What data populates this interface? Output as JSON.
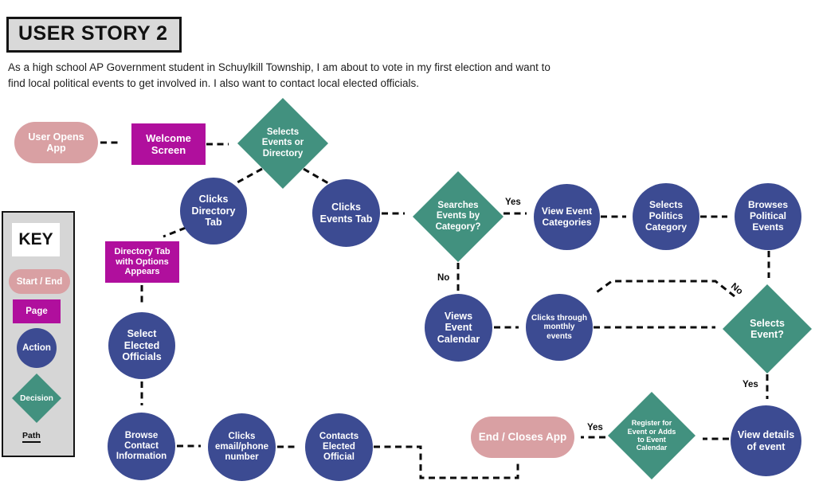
{
  "header": {
    "title": "USER STORY 2",
    "description": "As a high school AP Government student in Schuylkill Township, I am about to vote in my first election and want to find local political events to get involved in. I also want to contact local elected officials."
  },
  "colors": {
    "start_end_pink": "#d9a0a3",
    "page_magenta": "#b00f9d",
    "action_blue": "#3c4b92",
    "decision_teal": "#42917f",
    "panel_gray": "#d9d9d9",
    "arrow_black": "#0c0c0c"
  },
  "nodes": [
    {
      "id": "user-opens-app",
      "type": "start-end",
      "label": "User Opens App"
    },
    {
      "id": "welcome-screen",
      "type": "page",
      "label": "Welcome Screen"
    },
    {
      "id": "selects-events-or-directory",
      "type": "decision",
      "label": "Selects Events or Directory"
    },
    {
      "id": "clicks-directory-tab",
      "type": "action",
      "label": "Clicks Directory Tab"
    },
    {
      "id": "clicks-events-tab",
      "type": "action",
      "label": "Clicks Events Tab"
    },
    {
      "id": "searches-events-by-category",
      "type": "decision",
      "label": "Searches Events by Category?"
    },
    {
      "id": "view-event-categories",
      "type": "action",
      "label": "View Event Categories"
    },
    {
      "id": "selects-politics-category",
      "type": "action",
      "label": "Selects Politics Category"
    },
    {
      "id": "browses-political-events",
      "type": "action",
      "label": "Browses Political Events"
    },
    {
      "id": "directory-tab-with-options-appears",
      "type": "page",
      "label": "Directory Tab with Options Appears"
    },
    {
      "id": "select-elected-officials",
      "type": "action",
      "label": "Select Elected Officials"
    },
    {
      "id": "views-event-calendar",
      "type": "action",
      "label": "Views Event Calendar"
    },
    {
      "id": "clicks-through-monthly-events",
      "type": "action",
      "label": "Clicks through monthly events"
    },
    {
      "id": "selects-event",
      "type": "decision",
      "label": "Selects Event?"
    },
    {
      "id": "browse-contact-information",
      "type": "action",
      "label": "Browse Contact Information"
    },
    {
      "id": "clicks-email-phone-number",
      "type": "action",
      "label": "Clicks email/phone number"
    },
    {
      "id": "contacts-elected-official",
      "type": "action",
      "label": "Contacts Elected Official"
    },
    {
      "id": "end-closes-app",
      "type": "start-end",
      "label": "End / Closes App"
    },
    {
      "id": "register-for-event",
      "type": "decision",
      "label": "Register for Event or Adds to Event Calendar"
    },
    {
      "id": "view-details-of-event",
      "type": "action",
      "label": "View details of event"
    }
  ],
  "edge_labels": {
    "yes_search": "Yes",
    "no_search": "No",
    "no_select_event": "No",
    "yes_select_event": "Yes",
    "yes_register": "Yes"
  },
  "key": {
    "title": "KEY",
    "start_end": "Start / End",
    "page": "Page",
    "action": "Action",
    "decision": "Decision",
    "path": "Path"
  }
}
